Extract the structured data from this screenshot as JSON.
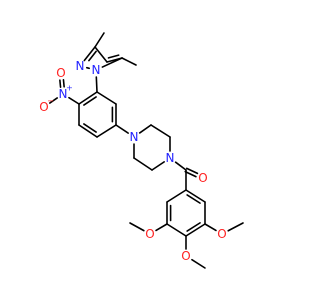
{
  "atom_colors": {
    "N": "#2222ff",
    "O": "#ff2222",
    "C": "#000000"
  },
  "atoms": [
    {
      "id": "m3",
      "label": ""
    },
    {
      "id": "pz_c3",
      "label": ""
    },
    {
      "id": "pz_c4",
      "label": ""
    },
    {
      "id": "pz_c5",
      "label": ""
    },
    {
      "id": "m5",
      "label": ""
    },
    {
      "id": "pz_n2",
      "label": "N",
      "element": "N"
    },
    {
      "id": "pz_n1",
      "label": "N",
      "element": "N"
    },
    {
      "id": "nitro_n",
      "label": "N",
      "element": "N",
      "charge": "+"
    },
    {
      "id": "nitro_o1",
      "label": "O",
      "element": "O",
      "charge": "−"
    },
    {
      "id": "nitro_o2",
      "label": "O",
      "element": "O"
    },
    {
      "id": "pip_n1",
      "label": "N",
      "element": "N"
    },
    {
      "id": "pip_n4",
      "label": "N",
      "element": "N"
    },
    {
      "id": "carbonyl_o",
      "label": "O",
      "element": "O"
    },
    {
      "id": "ome_left_o",
      "label": "O",
      "element": "O"
    },
    {
      "id": "ome_mid_o",
      "label": "O",
      "element": "O"
    },
    {
      "id": "ome_right_o",
      "label": "O",
      "element": "O"
    }
  ]
}
